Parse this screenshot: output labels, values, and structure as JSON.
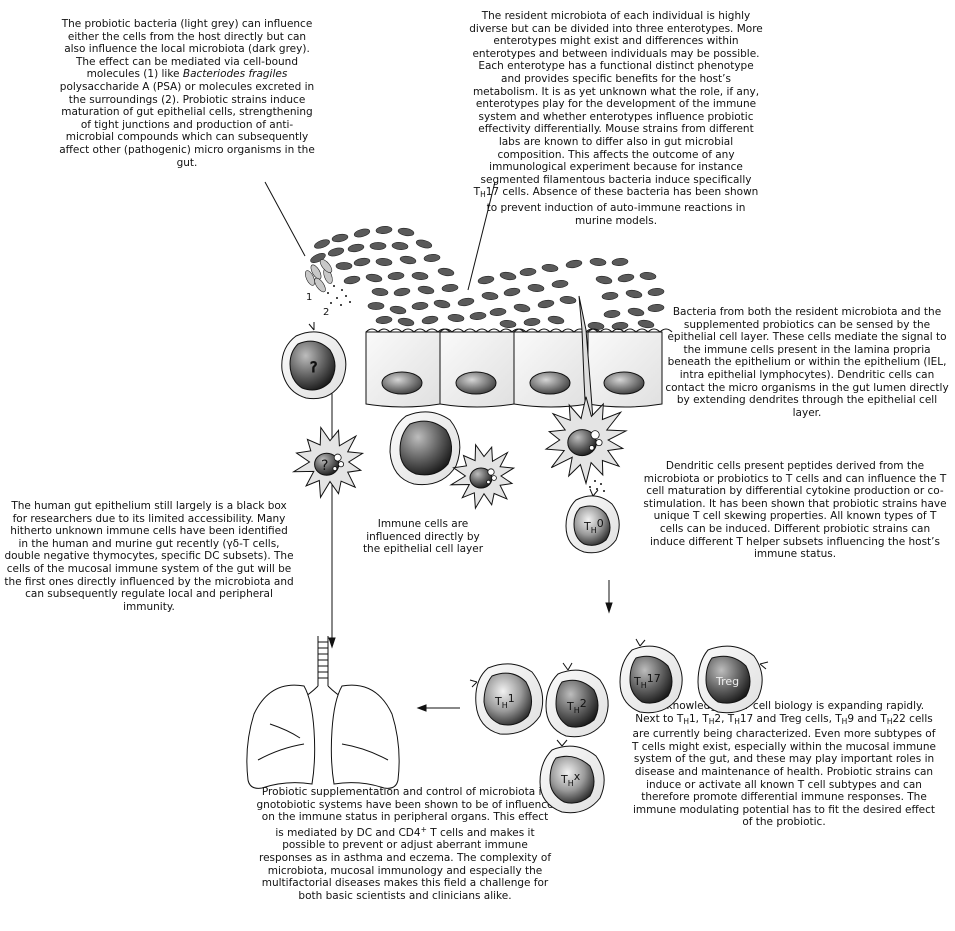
{
  "colors": {
    "ink": "#111111",
    "dark_bacteria": "#5a5a5a",
    "light_bacteria": "#c8c8c8",
    "cell_fill": "#ececec"
  },
  "text_blocks": {
    "probiotic": {
      "a": "The probiotic bacteria (light grey) can influence either the cells from the host directly but can  also influence the local microbiota (dark grey). The effect can be mediated via cell-bound molecules (1) like ",
      "b_italic": "Bacteriodes fragiles",
      "c": " polysaccharide A (PSA) or molecules excreted in the surroundings (2). Probiotic strains induce maturation of gut epithelial cells, strengthening of tight junctions and production of anti-microbial compounds which can subsequently affect other (pathogenic) micro organisms in the gut."
    },
    "enterotypes": {
      "a": "The resident microbiota of each individual is highly diverse but can be divided into three enterotypes. More enterotypes might exist and differences within enterotypes and between individuals may be possible. Each enterotype has a functional distinct phenotype and provides specific benefits for the host’s metabolism. It is as yet unknown what the role, if any, enterotypes play for the development of the immune system and whether enterotypes influence probiotic effectivity differentially. Mouse strains from different labs are known to differ also in gut  microbial composition. This affects the outcome of any immunological experiment because for instance segmented filamentous bacteria induce specifically T",
      "sub1": "H",
      "b": "17 cells. Absence of these bacteria has been shown to prevent induction of auto-immune reactions in murine models."
    },
    "epithelial": "Bacteria from both the resident microbiota and the supplemented probiotics can be sensed by the epithelial cell layer. These cells mediate the signal to the immune cells present in the lamina propria beneath the epithelium or within the epithelium (IEL, intra epithelial lymphocytes). Dendritic cells can contact the micro organisms in the gut lumen directly by extending dendrites through the epithelial cell layer.",
    "black_box": "The human gut epithelium still largely is a black box for researchers due to its limited accessibility. Many hitherto unknown immune cells have been identified in the human and murine gut recently (γδ-T cells, double negative thymocytes, specific DC subsets). The cells of the mucosal immune system of the gut will be the first ones directly influenced by the microbiota and can subsequently regulate local and peripheral immunity.",
    "immune_influenced": "Immune cells are influenced directly by the epithelial cell layer",
    "dendritic": "Dendritic cells present peptides derived from the microbiota or probiotics to T cells and can influence the T cell maturation by differential cytokine production or co-stimulation. It has been shown that probiotic strains have unique T cell skewing properties. All known types of T cells can be induced. Different probiotic strains can induce different T helper subsets influencing the host’s immune status.",
    "tcell_bio": {
      "a": "Our  knowledge on T cell biology is expanding rapidly. Next to T",
      "s1": "H",
      "b": "1, T",
      "s2": "H",
      "c": "2, T",
      "s3": "H",
      "d": "17 and Treg cells, T",
      "s4": "H",
      "e": "9 and T",
      "s5": "H",
      "f": "22 cells are currently being characterized. Even more subtypes of T cells might exist, especially within the mucosal immune system of the gut, and these may play important roles in disease and maintenance of health. Probiotic strains can induce or activate all known T cell subtypes and can therefore promote differential immune responses. The immune modulating potential has to fit the desired effect of the probiotic."
    },
    "supplementation": {
      "a": "Probiotic supplementation and control of microbiota in gnotobiotic systems have been shown to be of influence on the immune status in peripheral organs. This effect is mediated by DC and CD4",
      "sup": "+",
      "b": " T cells and makes it possible to prevent or adjust aberrant immune responses as in asthma and eczema. The complexity of microbiota, mucosal immunology and especially the multifactorial diseases makes this field a challenge for both basic scientists and clinicians alike."
    }
  },
  "diagram_labels": {
    "marker_1": "1",
    "marker_2": "2",
    "unknown_cell": "?",
    "unknown_dc": "?",
    "th0": {
      "main": "T",
      "sub": "H",
      "suffix": "0"
    },
    "th1": {
      "main": "T",
      "sub": "H",
      "suffix": "1"
    },
    "th2": {
      "main": "T",
      "sub": "H",
      "suffix": "2"
    },
    "th17": {
      "main": "T",
      "sub": "H",
      "suffix": "17"
    },
    "treg": "Treg",
    "thx": {
      "main": "T",
      "sub": "H",
      "suffix": "x"
    }
  }
}
